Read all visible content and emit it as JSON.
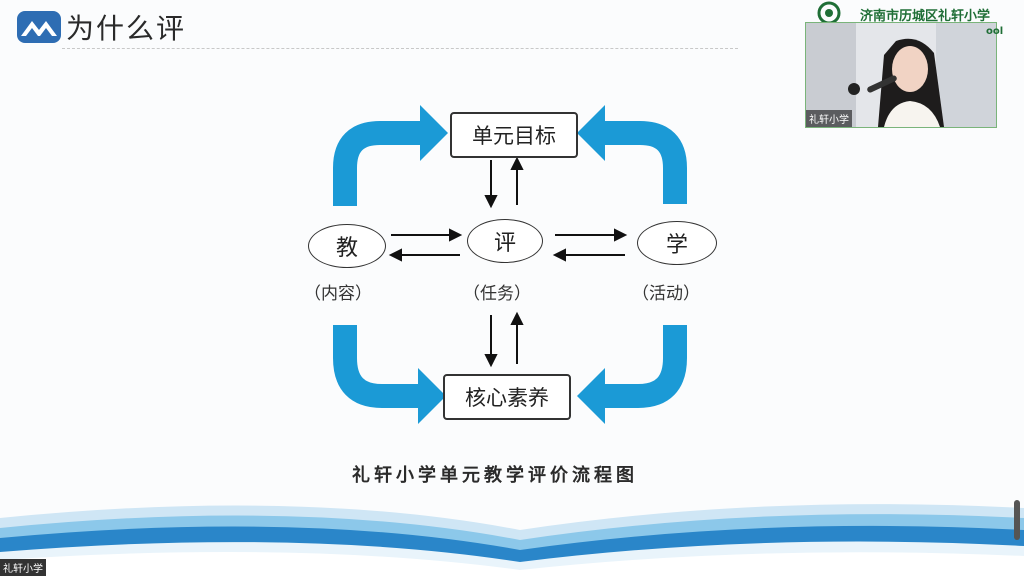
{
  "slide": {
    "title": "为什么评",
    "school_name": "济南市历城区礼轩小学",
    "school_suffix": "ool",
    "video_label": "礼轩小学",
    "bottom_label": "礼轩小学"
  },
  "diagram": {
    "top_node": "单元目标",
    "bottom_node": "核心素养",
    "left_node": "教",
    "left_caption": "（内容）",
    "center_node": "评",
    "center_caption": "（任务）",
    "right_node": "学",
    "right_caption": "（活动）",
    "title": "礼轩小学单元教学评价流程图"
  },
  "colors": {
    "accent_blue": "#1b9ad6",
    "wave_blue": "#2a86c9",
    "wave_light": "#8cc8ea",
    "school_green": "#1f6e36"
  },
  "icons": {
    "logo": "mountain-logo-icon",
    "school": "school-badge-icon"
  }
}
